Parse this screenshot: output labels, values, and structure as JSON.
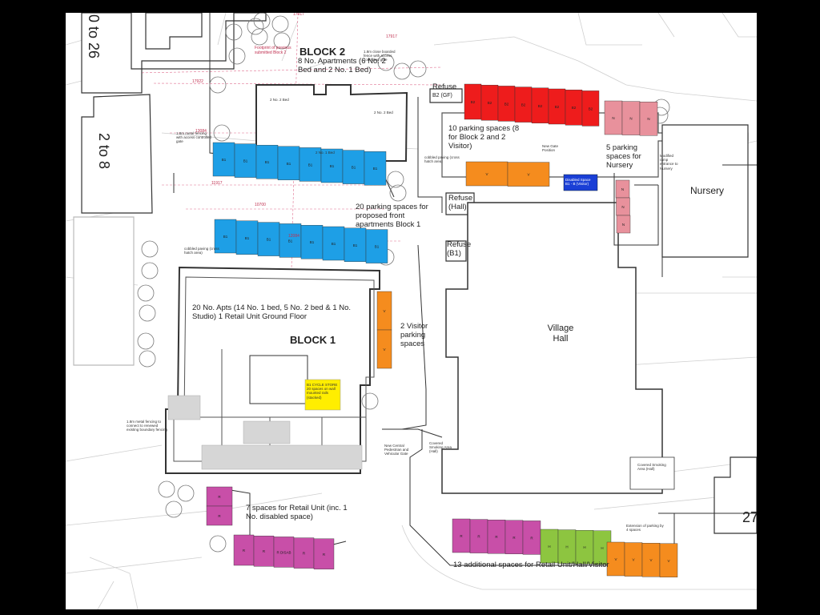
{
  "labels": {
    "block_left_top": "0 to 26",
    "block_left_mid": "2 to 8",
    "block_right_bottom": "27",
    "block2_title": "BLOCK 2",
    "block2_desc": "8 No. Apartments (6 No. 2 Bed and 2 No. 1 Bed)",
    "block2_bed_a": "2 No. 2 Bed",
    "block2_bed_b": "2 No. 2 Bed",
    "block2_bed_c": "2 No. 1 Bed",
    "refuse_b2": "Refuse",
    "refuse_b2_sub": "B2 (GF)",
    "refuse_hall": "Refuse (Hall)",
    "refuse_b1": "Refuse (B1)",
    "parking_10": "10 parking spaces (8 for Block 2 and 2 Visitor)",
    "parking_5": "5 parking spaces for Nursery",
    "nursery": "Nursery",
    "parking_20": "20 parking spaces for proposed front apartments Block 1",
    "block1_desc": "20 No. Apts (14 No. 1 bed, 5 No. 2 bed & 1 No. Studio) 1 Retail Unit Ground Floor",
    "block1_title": "BLOCK 1",
    "visitor_2": "2 Visitor parking spaces",
    "village_hall": "Village Hall",
    "cycle_store": "B1 CYCLE STORE 20 spaces on wall mounted rails (stacked)",
    "retail_7": "7 spaces for Retail Unit (inc. 1 No. disabled space)",
    "additional_13": "13 additional spaces for Retail Unit/Hall/Visitor",
    "extension_note": "Extension of parking by 4 spaces",
    "new_gate": "New Gate Position",
    "gate_note": "New Central Pedestrian and Vehicular Gate",
    "smoking_a": "Covered Smoking Area (Hall)",
    "smoking_b": "Covered Smoking Area (Hall)",
    "fence_a": "1.8m metal fencing with access controlled gate",
    "fence_b": "1.8m metal fencing to connect to renewed existing boundary fencing",
    "cobbled_a": "cobbled paving (cross hatch area)",
    "cobbled_b": "cobbled paving (cross hatch area)",
    "footprint_note": "Footprint of previous submitted Block 2",
    "fence_top": "1.8m close boarded fence with access controlled gate",
    "ramp_note": "Modified ramp entrance to Nursery",
    "disabled_note": "Disabled Space B1 - B (Visitor)",
    "dims": [
      "17917",
      "17922",
      "13084",
      "11917",
      "10700",
      "12084"
    ]
  },
  "bays": {
    "blue_top": "B1",
    "blue_bottom": "B1",
    "red": "B2",
    "pink": "N",
    "orange": "V",
    "purple": "R",
    "purple_disabled": "R DISAB",
    "green": "H"
  },
  "colors": {
    "blue": "#1e9fe6",
    "red": "#ee1c1c",
    "pink": "#e8919c",
    "orange": "#f58c1e",
    "purple": "#c84fa8",
    "green": "#8dc540",
    "yellow": "#ffee00",
    "darkblue": "#1a3fd6",
    "line": "#444444"
  }
}
